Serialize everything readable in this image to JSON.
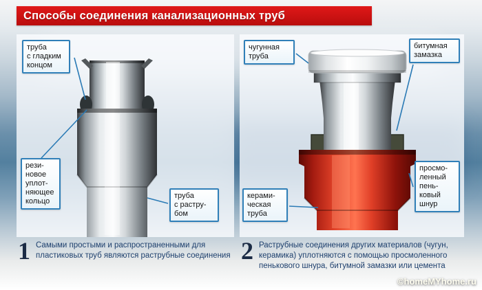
{
  "header": {
    "title": "Способы соединения канализационных труб"
  },
  "panels": {
    "left": {
      "labels": {
        "smooth_end": "труба\nс гладким\nконцом",
        "rubber_ring": "рези-\nновое\nуплот-\nняющее\nкольцо",
        "socket": "труба\nс растру-\nбом"
      },
      "caption": {
        "number": "1",
        "text": "Самыми простыми и распространенными для пластиковых труб являются раструбные соединения"
      }
    },
    "right": {
      "labels": {
        "cast_iron_pipe": "чугунная\nтруба",
        "bitumen_putty": "битумная\nзамазка",
        "ceramic_pipe": "керами-\nческая\nтруба",
        "hemp_cord": "просмо-\nленный\nпень-\nковый\nшнур"
      },
      "caption": {
        "number": "2",
        "text": "Раструбные соединения других материалов (чугун, керамика) уплотняются с помощью просмоленного пенькового шнура, битумной замазки или цемента"
      }
    }
  },
  "watermark": "©homeMYhome.ru",
  "colors": {
    "banner_red": "#c81414",
    "label_border_blue": "#2f7fb8",
    "leader_line_blue": "#2a7ab5",
    "caption_text_blue": "#1d3f6d",
    "ceramic_socket_red": "#e04128",
    "rubber_ring_dark": "#2e3436"
  }
}
